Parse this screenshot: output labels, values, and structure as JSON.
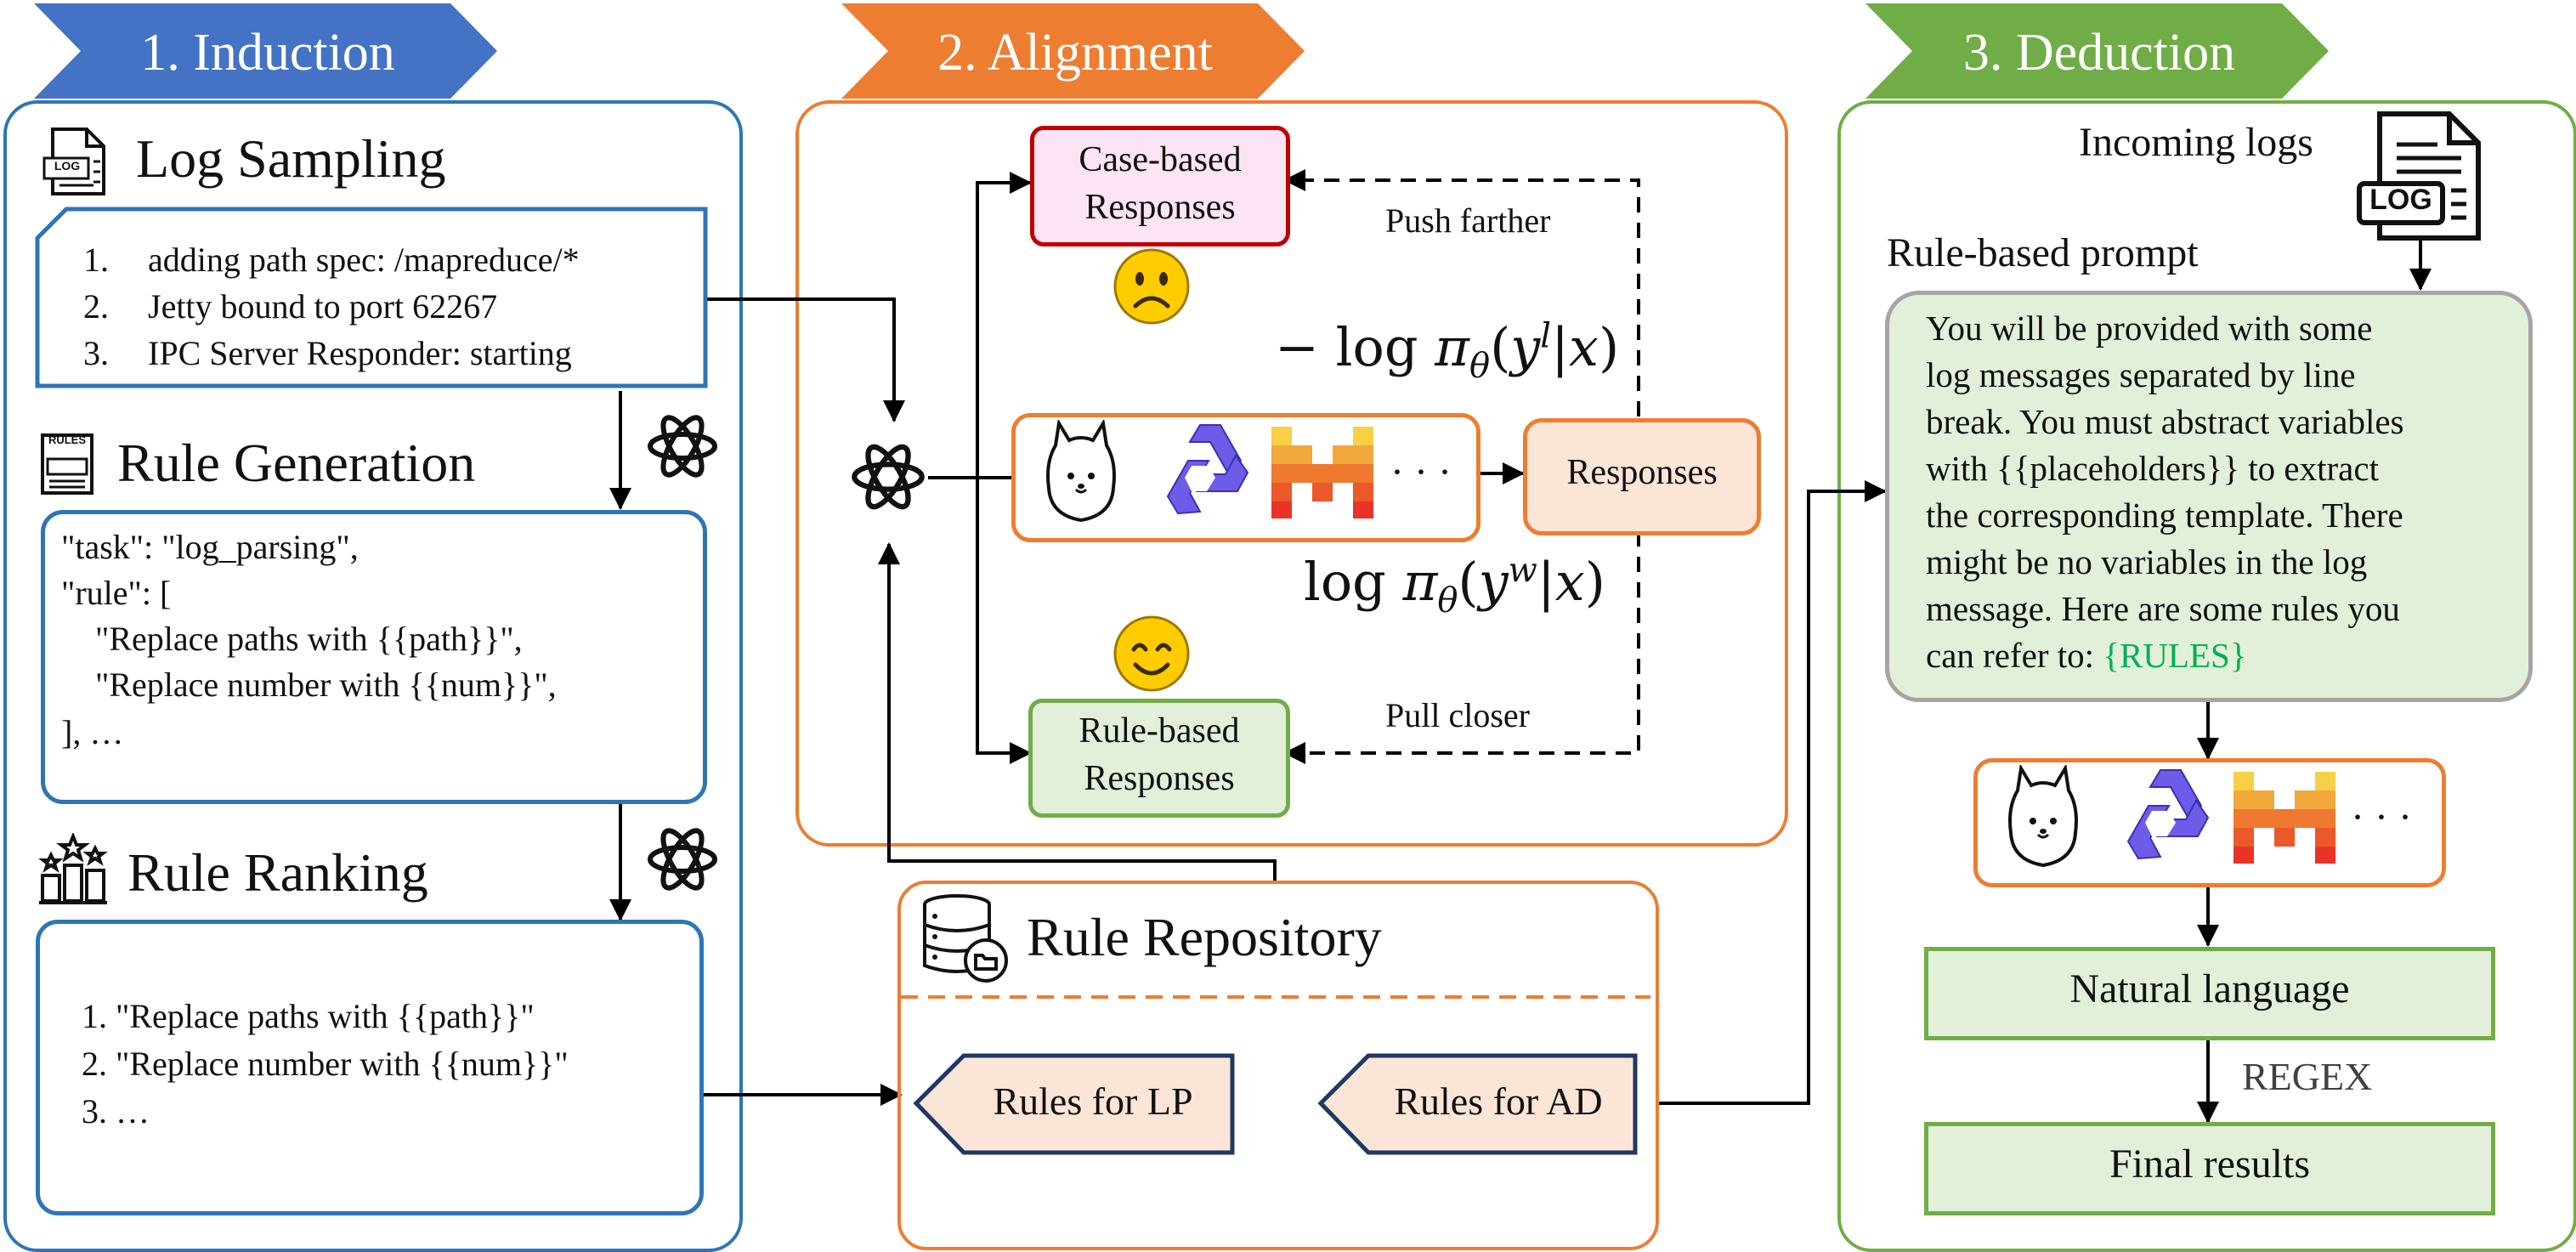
{
  "stages": [
    {
      "label": "1. Induction",
      "color": "#4472c4"
    },
    {
      "label": "2. Alignment",
      "color": "#ed7d31"
    },
    {
      "label": "3. Deduction",
      "color": "#70ad47"
    }
  ],
  "induction": {
    "log_sampling_title": "Log Sampling",
    "log_icon_text": "LOG",
    "logs": [
      "adding path spec: /mapreduce/*",
      "Jetty bound to port 62267",
      "IPC Server Responder: starting"
    ],
    "log_numbers": [
      "1.",
      "2.",
      "3."
    ],
    "rule_generation_title": "Rule Generation",
    "rules_icon_text": "RULES",
    "rule_json_lines": [
      "\"task\": \"log_parsing\",",
      "\"rule\": [",
      "    \"Replace paths with {{path}}\",",
      "    \"Replace number with {{num}}\",",
      "], …"
    ],
    "rule_ranking_title": "Rule Ranking",
    "ranked_rules": [
      "1. \"Replace paths with {{path}}\"",
      "2. \"Replace number with {{num}}\"",
      "3. …"
    ]
  },
  "alignment": {
    "case_based": "Case-based Responses",
    "case_based_lines": [
      "Case-based",
      "Responses"
    ],
    "rule_based_lines": [
      "Rule-based",
      "Responses"
    ],
    "push_label": "Push farther",
    "pull_label": "Pull closer",
    "responses_label": "Responses",
    "neg_formula": "− log π_θ(y^l|x)",
    "pos_formula": "log π_θ(y^w|x)",
    "ellipsis": "· · ·"
  },
  "repository": {
    "title": "Rule Repository",
    "lp_label": "Rules for LP",
    "ad_label": "Rules for AD"
  },
  "deduction": {
    "incoming_logs": "Incoming logs",
    "log_icon_text": "LOG",
    "prompt_title": "Rule-based prompt",
    "prompt_lines": [
      "You will be provided with some",
      "log messages separated by line",
      "break. You must abstract variables",
      "with {{placeholders}} to extract",
      "the corresponding template. There",
      "might be no variables in the log",
      "message. Here are some rules you",
      "can refer to: "
    ],
    "prompt_rules_token": "{RULES}",
    "natural_language": "Natural language",
    "regex_label": "REGEX",
    "final_results": "Final results",
    "ellipsis": "· · ·"
  }
}
